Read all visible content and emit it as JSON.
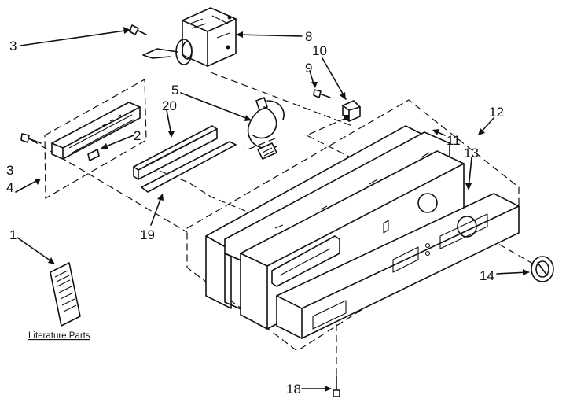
{
  "callouts": {
    "c1": "1",
    "c2": "2",
    "c3a": "3",
    "c3b": "3",
    "c4": "4",
    "c5": "5",
    "c8": "8",
    "c9": "9",
    "c10": "10",
    "c11": "11",
    "c12": "12",
    "c13": "13",
    "c14": "14",
    "c18": "18",
    "c19": "19",
    "c20": "20"
  },
  "literature_label": "Literature Parts",
  "colors": {
    "ink": "#111111",
    "paper": "#ffffff"
  }
}
